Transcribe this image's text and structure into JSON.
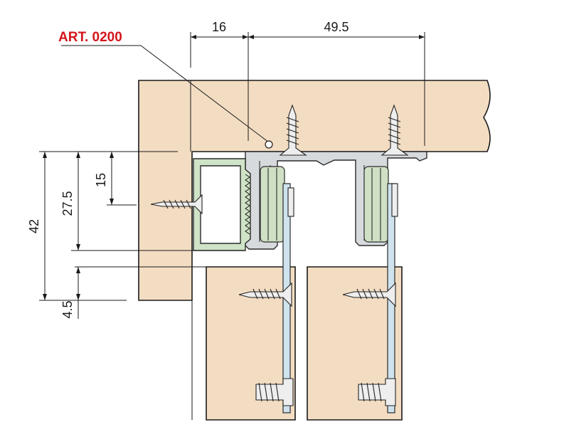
{
  "article_label": "ART. 0200",
  "dimensions": {
    "top_left": "16",
    "top_right": "49.5",
    "left_42": "42",
    "left_27_5": "27.5",
    "left_15": "15",
    "left_4_5": "4.5"
  },
  "colors": {
    "wood": "#f3ddc2",
    "aluminium": "#d7dadd",
    "green_profile": "#cfe3c6",
    "plate": "#cfe3ee",
    "accent_red": "#d4141c"
  }
}
